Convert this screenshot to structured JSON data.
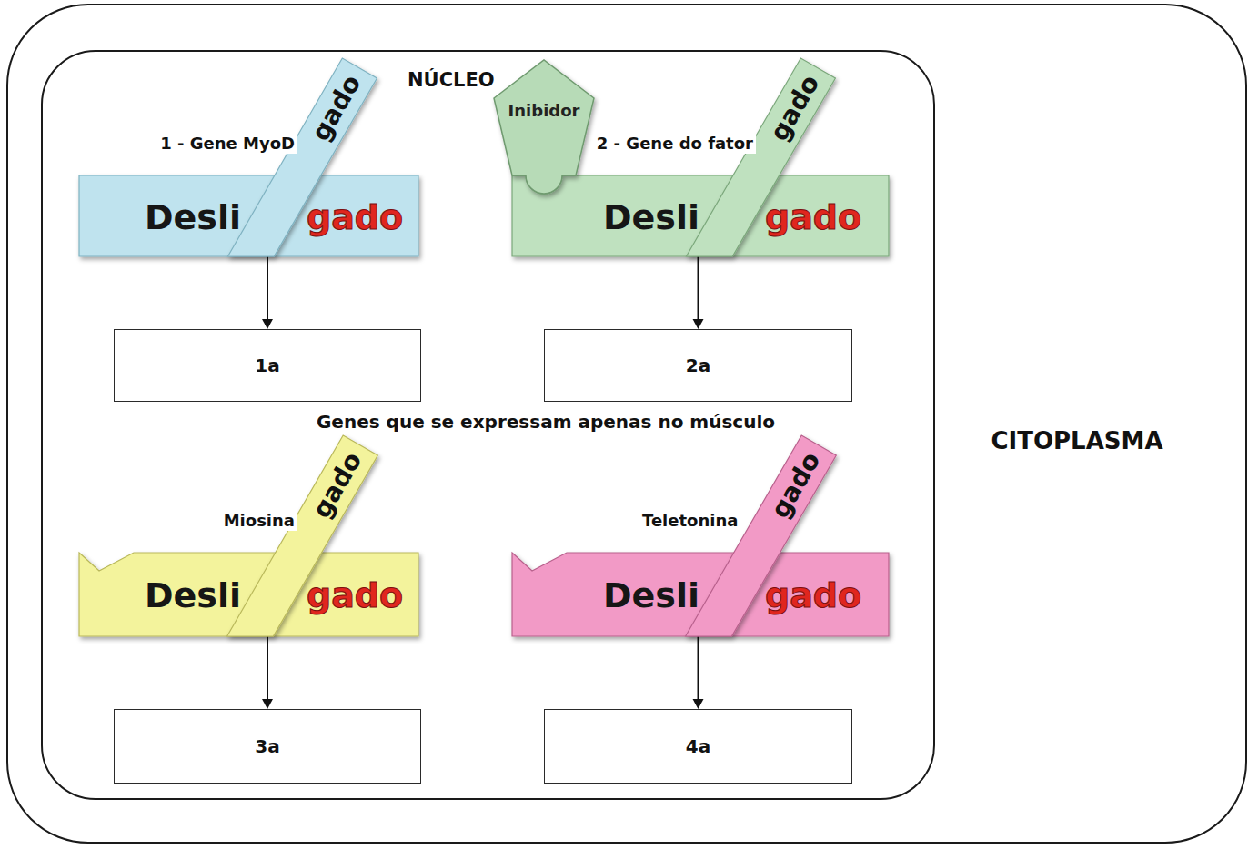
{
  "diagram": {
    "nodes": [
      {
        "text": [
          "CITOPLASMA"
        ]
      },
      {
        "text": [
          "NÚCLEO"
        ],
        "in": 0
      },
      {
        "text": [
          "1 - Gene MyoD",
          "Desli",
          "gado",
          "gado"
        ],
        "in": 1
      },
      {
        "text": [
          "Inibidor"
        ],
        "in": 1
      },
      {
        "text": [
          "2 - Gene do fator",
          "Desli",
          "gado",
          "gado"
        ],
        "in": 1
      },
      {
        "text": [
          "1a"
        ],
        "in": 1
      },
      {
        "text": [
          "2a"
        ],
        "in": 1
      },
      {
        "text": [
          "Miosina",
          "Desli",
          "gado",
          "gado"
        ],
        "in": 1
      },
      {
        "text": [
          "Teletonina",
          "Desli",
          "gado",
          "gado"
        ],
        "in": 1
      },
      {
        "text": [
          "3a"
        ],
        "in": 1
      },
      {
        "text": [
          "4a"
        ],
        "in": 1
      }
    ],
    "edges": [
      {
        "from": 2,
        "to": 5,
        "arrow": "to"
      },
      {
        "from": 4,
        "to": 6,
        "arrow": "to"
      },
      {
        "from": 7,
        "to": 9,
        "arrow": "to"
      },
      {
        "from": 8,
        "to": 10,
        "arrow": "to"
      }
    ],
    "labels": [
      "Genes que se expressam apenas no músculo"
    ]
  }
}
